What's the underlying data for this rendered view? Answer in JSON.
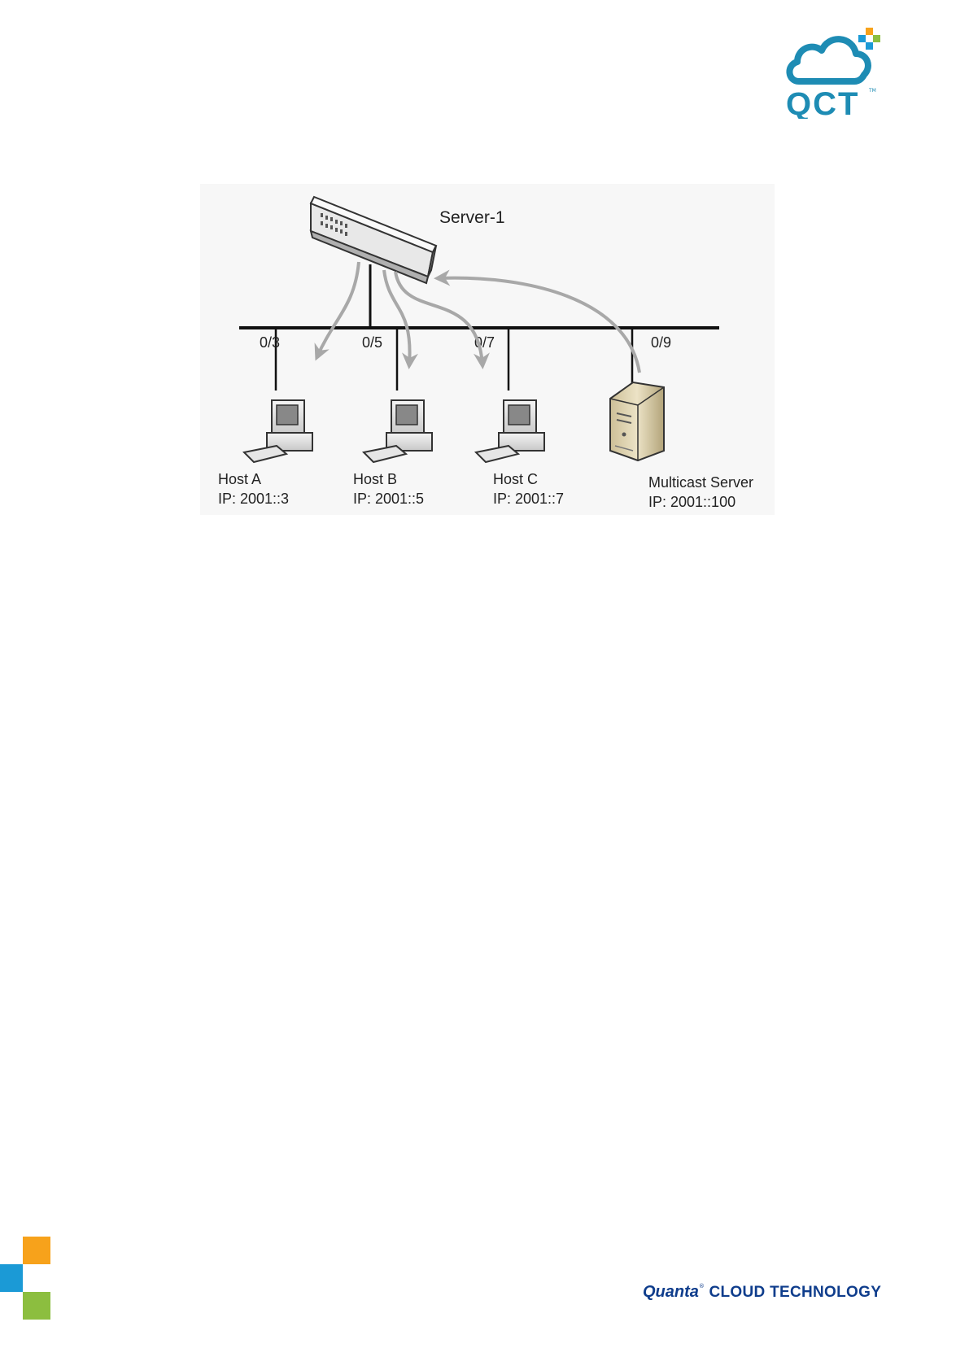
{
  "header": {
    "logo_text": "QCT",
    "logo_tm": "TM",
    "colors": {
      "brand_teal": "#1e8cb4",
      "square_orange": "#f7a21b",
      "square_blue": "#1b9ad6",
      "square_green": "#8cbe3f"
    }
  },
  "diagram": {
    "switch_label": "Server-1",
    "ports": [
      "0/3",
      "0/5",
      "0/7",
      "0/9"
    ],
    "hosts": [
      {
        "name": "Host A",
        "ip": "IP: 2001::3"
      },
      {
        "name": "Host B",
        "ip": "IP: 2001::5"
      },
      {
        "name": "Host C",
        "ip": "IP: 2001::7"
      }
    ],
    "server": {
      "name": "Multicast Server",
      "ip": "IP: 2001::100"
    },
    "colors": {
      "background": "#f7f7f7",
      "arrows": "#a8a8a8",
      "lines": "#111111"
    }
  },
  "footer": {
    "brand_quanta": "Quanta",
    "brand_tm": "®",
    "brand_rest": " CLOUD TECHNOLOGY",
    "colors": {
      "brand_navy": "#0f3d8c"
    }
  }
}
